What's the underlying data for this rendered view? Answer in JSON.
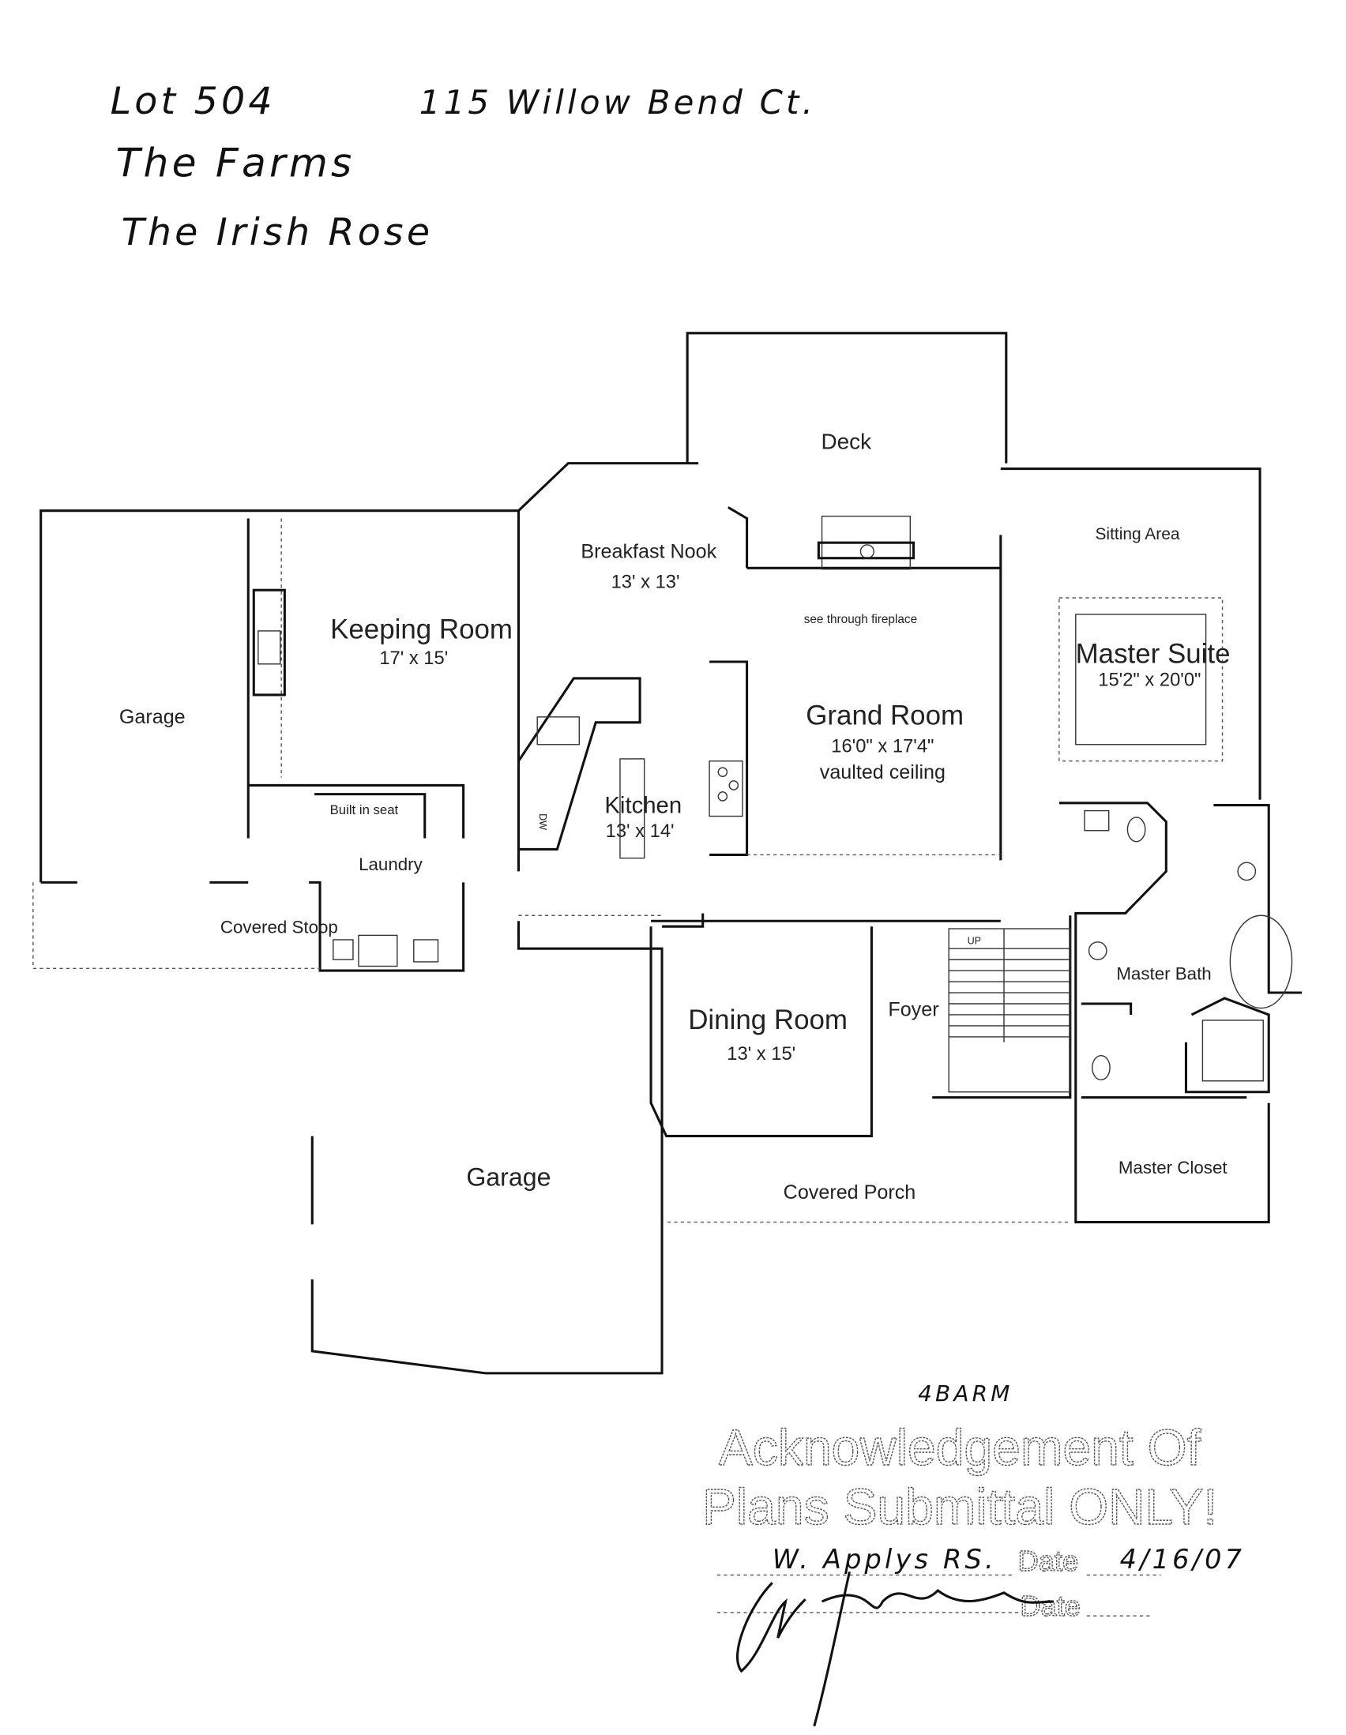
{
  "header": {
    "line1_lot": "Lot 504",
    "line1_address": "115 Willow Bend Ct.",
    "line2": "The Farms",
    "line3": "The Irish Rose"
  },
  "rooms": {
    "deck": "Deck",
    "sitting_area": "Sitting Area",
    "breakfast_nook": "Breakfast Nook",
    "breakfast_nook_size": "13' x 13'",
    "fireplace_note": "see through fireplace",
    "keeping_room": "Keeping Room",
    "keeping_room_size": "17' x 15'",
    "master_suite": "Master Suite",
    "master_suite_size": "15'2\" x 20'0\"",
    "garage_side": "Garage",
    "grand_room": "Grand Room",
    "grand_room_size": "16'0\" x 17'4\"",
    "grand_room_note": "vaulted ceiling",
    "kitchen": "Kitchen",
    "kitchen_size": "13' x 14'",
    "dishwasher": "DW",
    "built_in_seat": "Built in seat",
    "laundry": "Laundry",
    "covered_stoop": "Covered Stoop",
    "master_bath": "Master Bath",
    "stairs_up": "UP",
    "foyer": "Foyer",
    "dining_room": "Dining Room",
    "dining_room_size": "13' x 15'",
    "master_closet": "Master Closet",
    "garage_main": "Garage",
    "covered_porch": "Covered Porch"
  },
  "stamp": {
    "annotation": "4BARM",
    "line1": "Acknowledgement Of",
    "line2": "Plans Submittal ONLY!",
    "date_label_1": "Date",
    "date_value_1": "4/16/07",
    "date_label_2": "Date",
    "signature_1": "W. Applys RS.",
    "signature_2": "signature"
  }
}
